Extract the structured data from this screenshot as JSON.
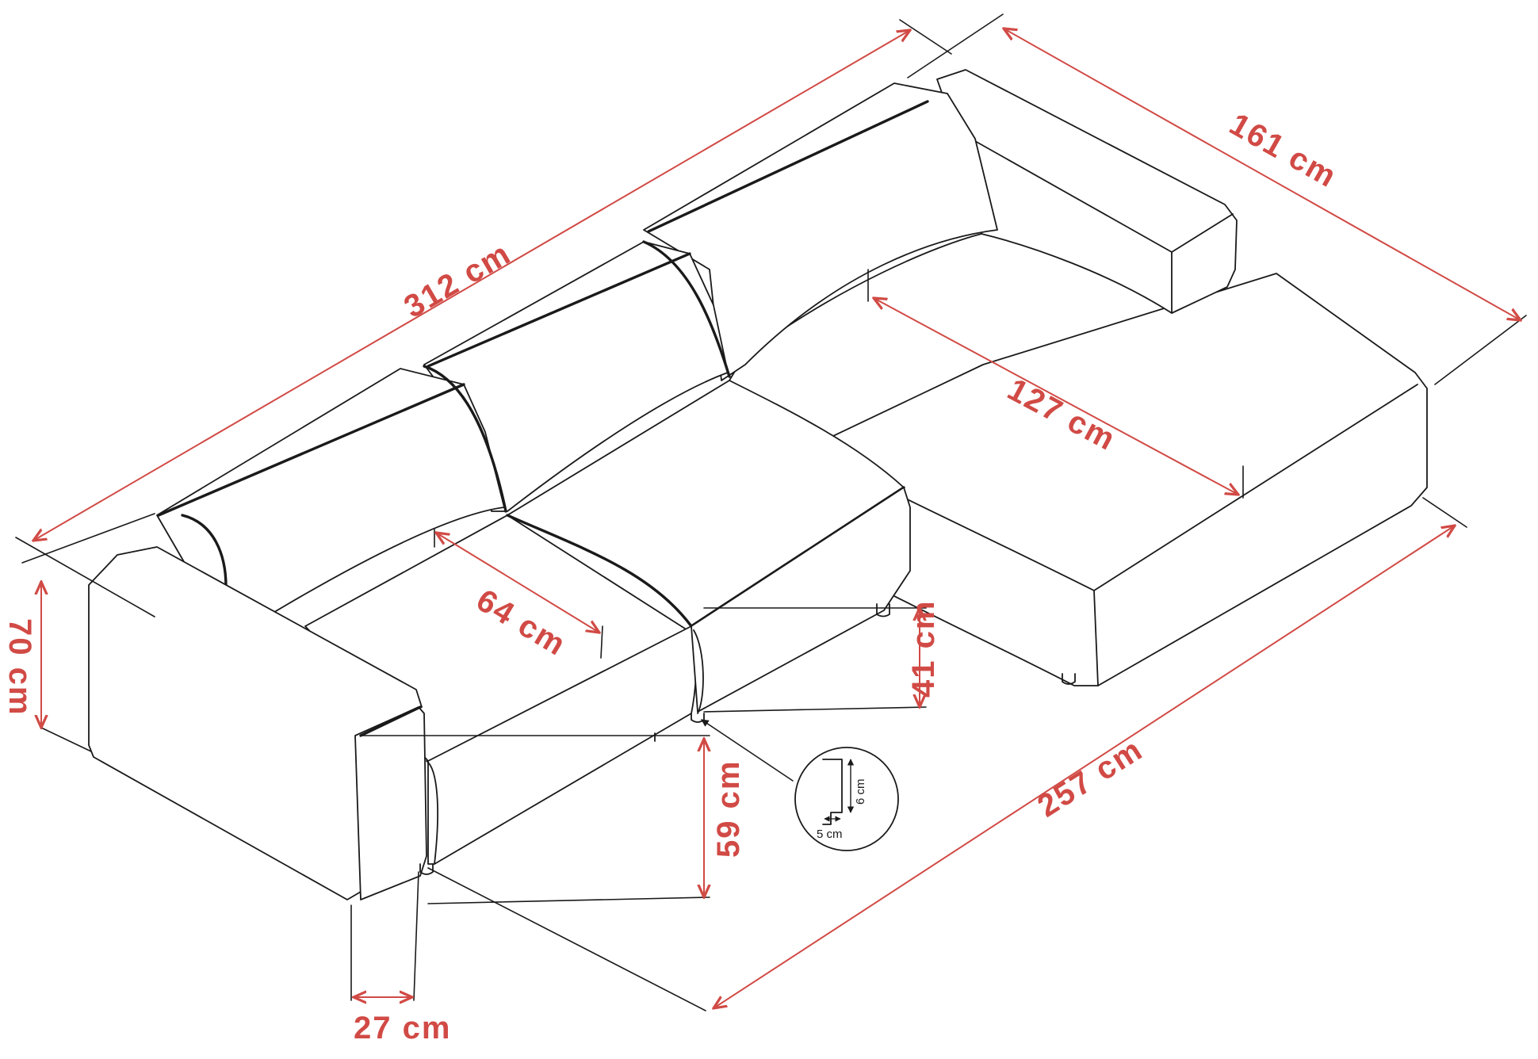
{
  "dimensions": {
    "total_length": "312 cm",
    "chaise_length": "161 cm",
    "chaise_seat_depth": "127 cm",
    "seat_depth": "64 cm",
    "total_height": "70 cm",
    "seat_height": "41 cm",
    "armrest_height": "59 cm",
    "armrest_width": "27 cm",
    "overall_depth": "257 cm"
  },
  "leg_detail": {
    "height": "6 cm",
    "width": "5 cm"
  },
  "colors": {
    "dimension_lines": "#d14a45",
    "outline": "#1a1a1a",
    "background": "#ffffff"
  }
}
